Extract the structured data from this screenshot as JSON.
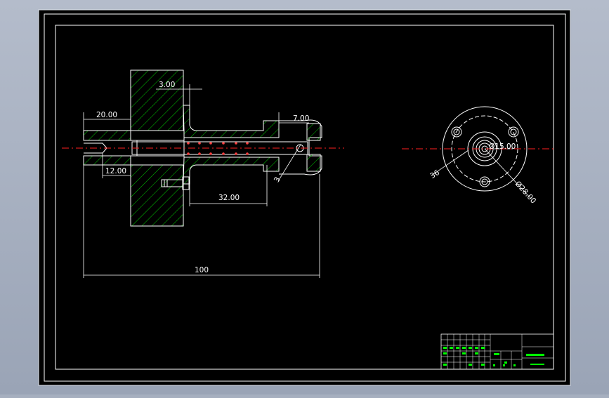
{
  "drawing": {
    "dimensions": {
      "collar_width": "3.00",
      "body_length": "20.00",
      "head_width": "7.00",
      "recess_depth": "12.00",
      "shaft_length": "32.00",
      "chamfer": "3",
      "overall_length": "100"
    },
    "end_view": {
      "bore_dia": "Ø15.00",
      "outer_dia": "Ø28.00",
      "bolt_circle": "36"
    }
  },
  "colors": {
    "background": "#000000",
    "line": "#ffffff",
    "hatch": "#00c800",
    "centerline": "#ff2020",
    "spring": "#ff4040",
    "title_text": "#00ff00"
  }
}
